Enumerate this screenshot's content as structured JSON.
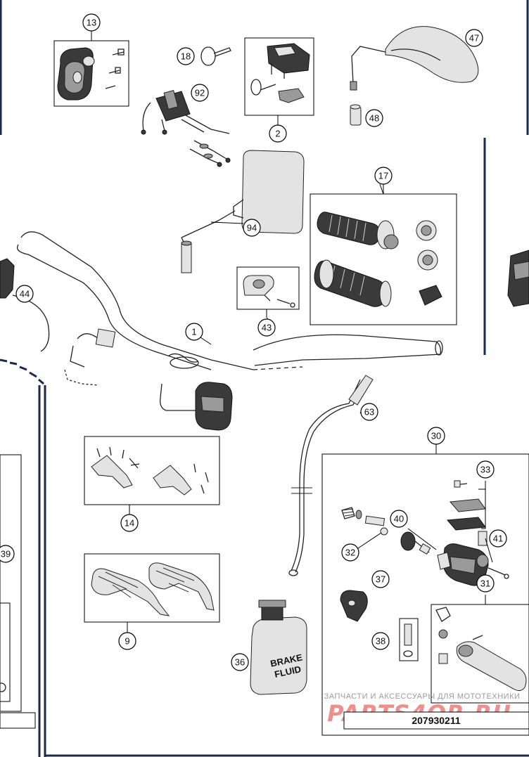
{
  "diagram": {
    "part_callouts": [
      {
        "id": "callout-13",
        "label": "13"
      },
      {
        "id": "callout-18",
        "label": "18"
      },
      {
        "id": "callout-92",
        "label": "92"
      },
      {
        "id": "callout-2",
        "label": "2"
      },
      {
        "id": "callout-47",
        "label": "47"
      },
      {
        "id": "callout-48",
        "label": "48"
      },
      {
        "id": "callout-94",
        "label": "94"
      },
      {
        "id": "callout-17",
        "label": "17"
      },
      {
        "id": "callout-44",
        "label": "44"
      },
      {
        "id": "callout-43",
        "label": "43"
      },
      {
        "id": "callout-1",
        "label": "1"
      },
      {
        "id": "callout-63",
        "label": "63"
      },
      {
        "id": "callout-30",
        "label": "30"
      },
      {
        "id": "callout-14",
        "label": "14"
      },
      {
        "id": "callout-33",
        "label": "33"
      },
      {
        "id": "callout-40",
        "label": "40"
      },
      {
        "id": "callout-41",
        "label": "41"
      },
      {
        "id": "callout-32",
        "label": "32"
      },
      {
        "id": "callout-39",
        "label": "39"
      },
      {
        "id": "callout-37",
        "label": "37"
      },
      {
        "id": "callout-31",
        "label": "31"
      },
      {
        "id": "callout-9",
        "label": "9"
      },
      {
        "id": "callout-38",
        "label": "38"
      },
      {
        "id": "callout-36",
        "label": "36"
      }
    ],
    "brake_fluid_label_line1": "BRAKE",
    "brake_fluid_label_line2": "FLUID",
    "watermark_caption": "ЗАПЧАСТИ И АКСЕССУАРЫ ДЛЯ МОТОТЕХНИКИ",
    "watermark_logo": "PARTS4OR.RU",
    "drawing_number": "207930211",
    "colors": {
      "frame_blue": "#1b2a4a",
      "watermark_red": "#e0312f"
    }
  }
}
